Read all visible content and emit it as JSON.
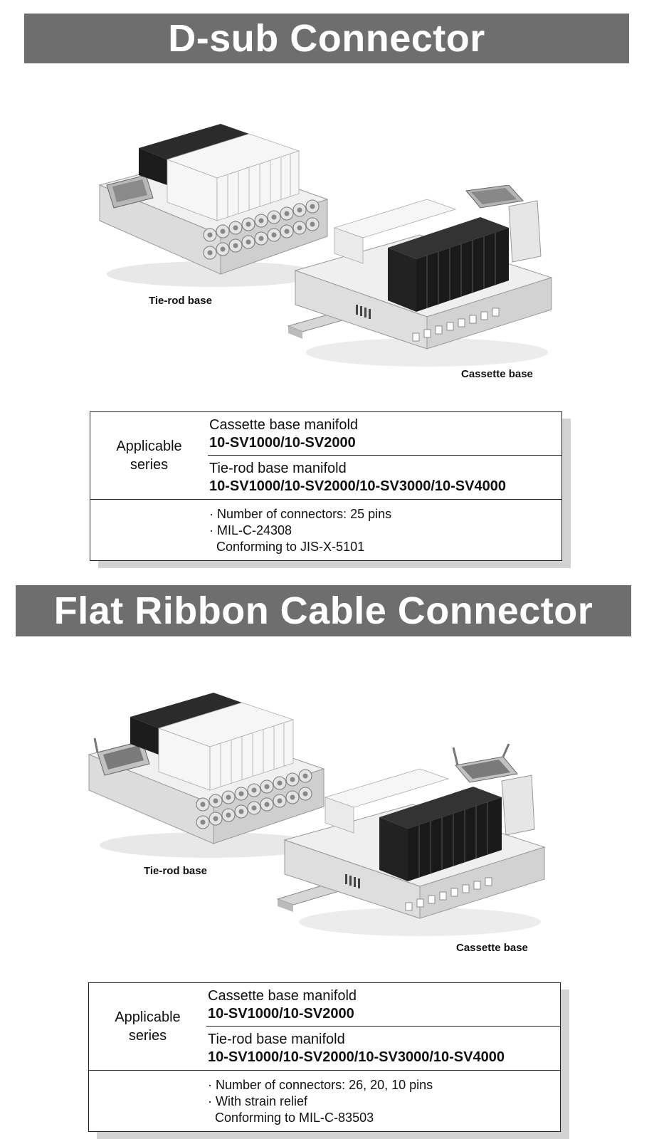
{
  "sections": [
    {
      "title": "D-sub Connector",
      "captions": {
        "tie_rod": "Tie-rod base",
        "cassette": "Cassette base"
      },
      "table": {
        "applicable_label_1": "Applicable",
        "applicable_label_2": "series",
        "cassette_label": "Cassette base manifold",
        "cassette_series": "10-SV1000/10-SV2000",
        "tierod_label": "Tie-rod base manifold",
        "tierod_series": "10-SV1000/10-SV2000/10-SV3000/10-SV4000",
        "spec_1": "· Number of connectors: 25 pins",
        "spec_2": "· MIL-C-24308",
        "spec_3": "Conforming to JIS-X-5101"
      }
    },
    {
      "title": "Flat Ribbon Cable Connector",
      "captions": {
        "tie_rod": "Tie-rod base",
        "cassette": "Cassette base"
      },
      "table": {
        "applicable_label_1": "Applicable",
        "applicable_label_2": "series",
        "cassette_label": "Cassette base manifold",
        "cassette_series": "10-SV1000/10-SV2000",
        "tierod_label": "Tie-rod base manifold",
        "tierod_series": "10-SV1000/10-SV2000/10-SV3000/10-SV4000",
        "spec_1": "· Number of connectors: 26, 20, 10 pins",
        "spec_2": "· With strain relief",
        "spec_3": "Conforming to MIL-C-83503"
      }
    }
  ],
  "colors": {
    "banner": "#6e6e6e",
    "banner_text": "#ffffff",
    "shadow": "#d2d2d2"
  }
}
